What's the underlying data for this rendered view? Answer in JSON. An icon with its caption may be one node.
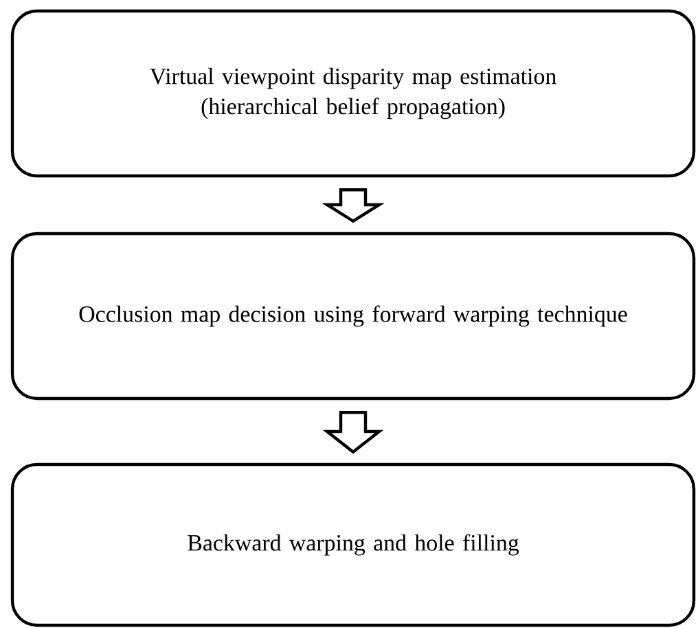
{
  "diagram": {
    "nodes": [
      {
        "text": [
          "Virtual viewpoint disparity map estimation (hierarchical belief propagation)"
        ]
      },
      {
        "text": [
          "Occlusion map decision using forward warping technique"
        ]
      },
      {
        "text": [
          "Backward warping and hole filling"
        ]
      }
    ],
    "edges": [
      {
        "from": 0,
        "to": 1,
        "arrow": "to"
      },
      {
        "from": 1,
        "to": 2,
        "arrow": "to"
      }
    ]
  }
}
